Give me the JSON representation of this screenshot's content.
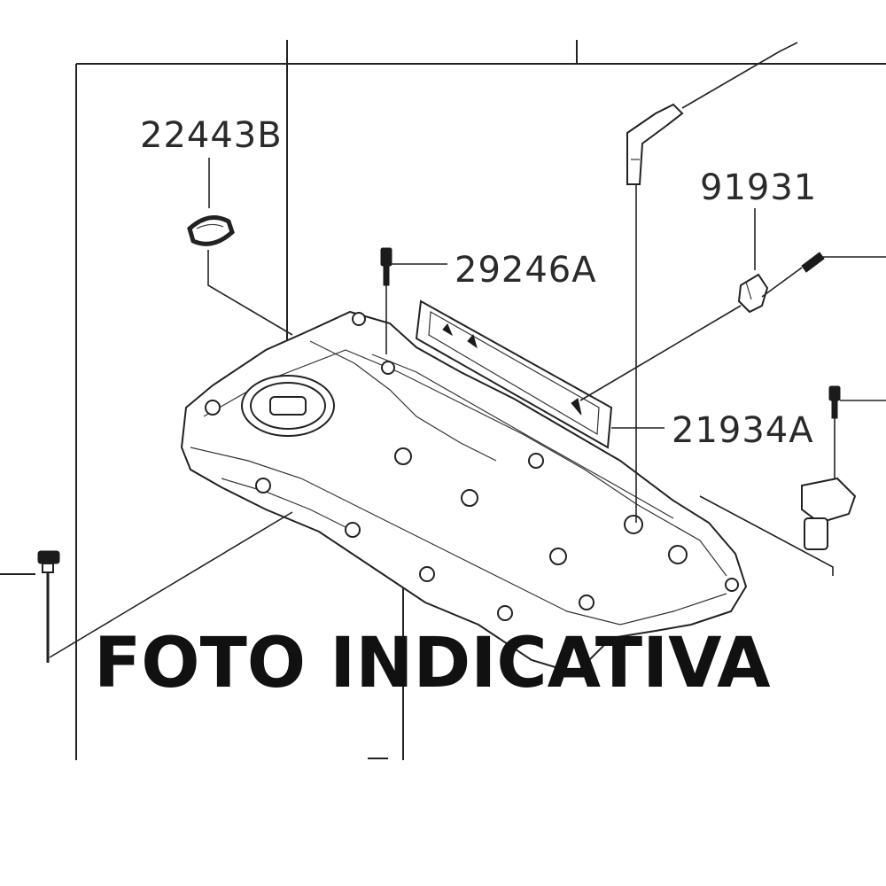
{
  "diagram": {
    "part_numbers": [
      "22443B",
      "29246A",
      "91931",
      "21934A"
    ],
    "watermark": "FOTO INDICATIVA"
  }
}
